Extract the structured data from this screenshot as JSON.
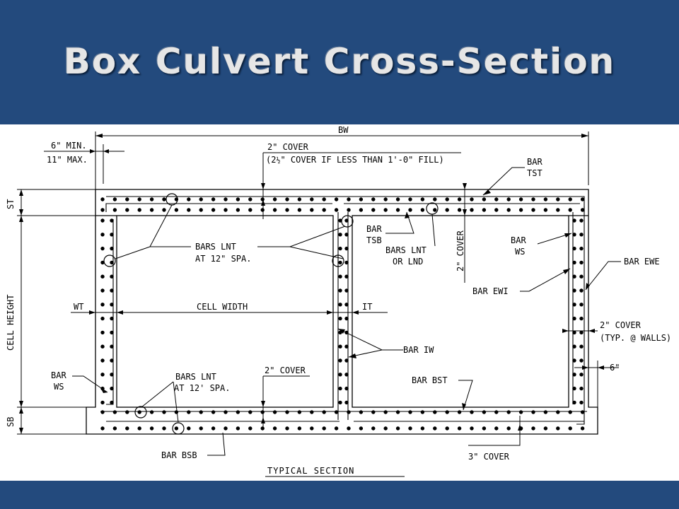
{
  "slide": {
    "title": "Box Culvert Cross-Section"
  },
  "drawing": {
    "title": "TYPICAL SECTION",
    "labels": {
      "bw": "BW",
      "min_line1": "6\" MIN.",
      "min_line2": "11\" MAX.",
      "cover_top_1": "2\" COVER",
      "cover_top_2a": "(2",
      "cover_top_half": "½",
      "cover_top_2b": "\" COVER IF LESS THAN 1'-0\" FILL)",
      "bar_tst_1": "BAR",
      "bar_tst_2": "TST",
      "st": "ST",
      "cell_height": "CELL HEIGHT",
      "sb": "SB",
      "bars_lnt_1": "BARS LNT",
      "bars_lnt_2": "AT 12\" SPA.",
      "bar_tsb_1": "BAR",
      "bar_tsb_2": "TSB",
      "bars_lnt_lnd_1": "BARS LNT",
      "bars_lnt_lnd_2": "OR LND",
      "cover_vert": "2\" COVER",
      "bar_ws_right_1": "BAR",
      "bar_ws_right_2": "WS",
      "bar_ewe": "BAR EWE",
      "bar_ewi": "BAR EWI",
      "wt": "WT",
      "cell_width": "CELL WIDTH",
      "it": "IT",
      "cover_walls_1": "2\" COVER",
      "cover_walls_2": "(TYP. @ WALLS)",
      "bar_iw": "BAR IW",
      "six_in": "6\"",
      "bar_ws_left_1": "BAR",
      "bar_ws_left_2": "WS",
      "bars_lnt_bot_1": "BARS LNT",
      "bars_lnt_bot_2": "AT 12' SPA.",
      "cover_bottom": "2\" COVER",
      "bar_bst": "BAR BST",
      "bar_bsb": "BAR BSB",
      "cover_3": "3\" COVER"
    }
  }
}
